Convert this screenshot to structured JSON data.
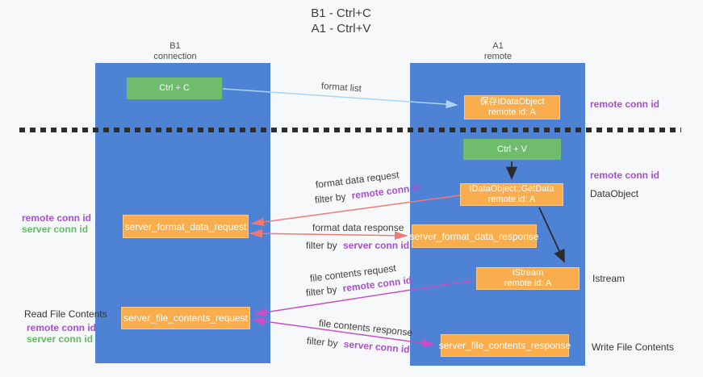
{
  "title": {
    "line1": "B1 - Ctrl+C",
    "line2": "A1 - Ctrl+V"
  },
  "lanes": {
    "left": {
      "name": "B1",
      "role": "connection"
    },
    "right": {
      "name": "A1",
      "role": "remote"
    }
  },
  "nodes": {
    "ctrl_c": {
      "label": "Ctrl + C"
    },
    "ctrl_v": {
      "label": "Ctrl + V"
    },
    "save_dataobject": {
      "line1": "保存IDataObject",
      "line2": "remote id: A"
    },
    "getdata": {
      "line1": "IDataObject::GetData",
      "line2": "remote id: A"
    },
    "istream": {
      "line1": "IStream",
      "line2": "remote id: A"
    },
    "server_format_data_request": {
      "label": "server_format_data_request"
    },
    "server_format_data_response": {
      "label": "server_format_data_response"
    },
    "server_file_contents_request": {
      "label": "server_file_contents_request"
    },
    "server_file_contents_response": {
      "label": "server_file_contents_response"
    }
  },
  "arrow_labels": {
    "format_list": "format list",
    "format_data_request": "format data request",
    "format_data_response": "format data response",
    "file_contents_request": "file contents request",
    "file_contents_response": "file contents response",
    "filter_by": "filter by",
    "remote_conn_id": "remote conn id",
    "server_conn_id": "server conn id"
  },
  "side_labels": {
    "remote_conn_id": "remote conn id",
    "server_conn_id": "server conn id",
    "dataobject": "DataObject",
    "istream": "Istream",
    "read_file_contents": "Read File Contents",
    "write_file_contents": "Write File Contents"
  },
  "colors": {
    "lane_blue": "#4d82d4",
    "node_green": "#6fbc6d",
    "node_orange": "#f9ad4d",
    "purple_text": "#a84fd0",
    "green_text": "#66bb66",
    "arrow_red": "#ec7b74",
    "arrow_magenta": "#c94fc6",
    "arrow_blue": "#a9d5f2",
    "arrow_black": "#2b2b2b"
  }
}
